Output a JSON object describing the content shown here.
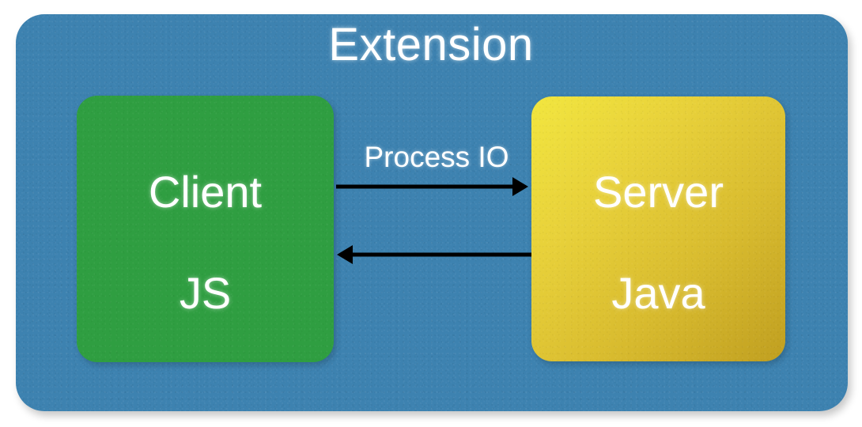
{
  "diagram": {
    "title": "Extension",
    "container": {
      "label": "Extension",
      "color": "#3d82b0"
    },
    "nodes": [
      {
        "id": "client",
        "primary_label": "Client",
        "secondary_label": "JS",
        "color": "#2f9e41",
        "text_color": "#ffffff"
      },
      {
        "id": "server",
        "primary_label": "Server",
        "secondary_label": "Java",
        "color_start": "#f2e63f",
        "color_end": "#c09f20",
        "text_color": "#ffffff"
      }
    ],
    "connections": [
      {
        "id": "client-to-server",
        "label": "Process IO",
        "direction": "right",
        "color": "#000000"
      },
      {
        "id": "server-to-client",
        "label": "",
        "direction": "left",
        "color": "#000000"
      }
    ]
  }
}
